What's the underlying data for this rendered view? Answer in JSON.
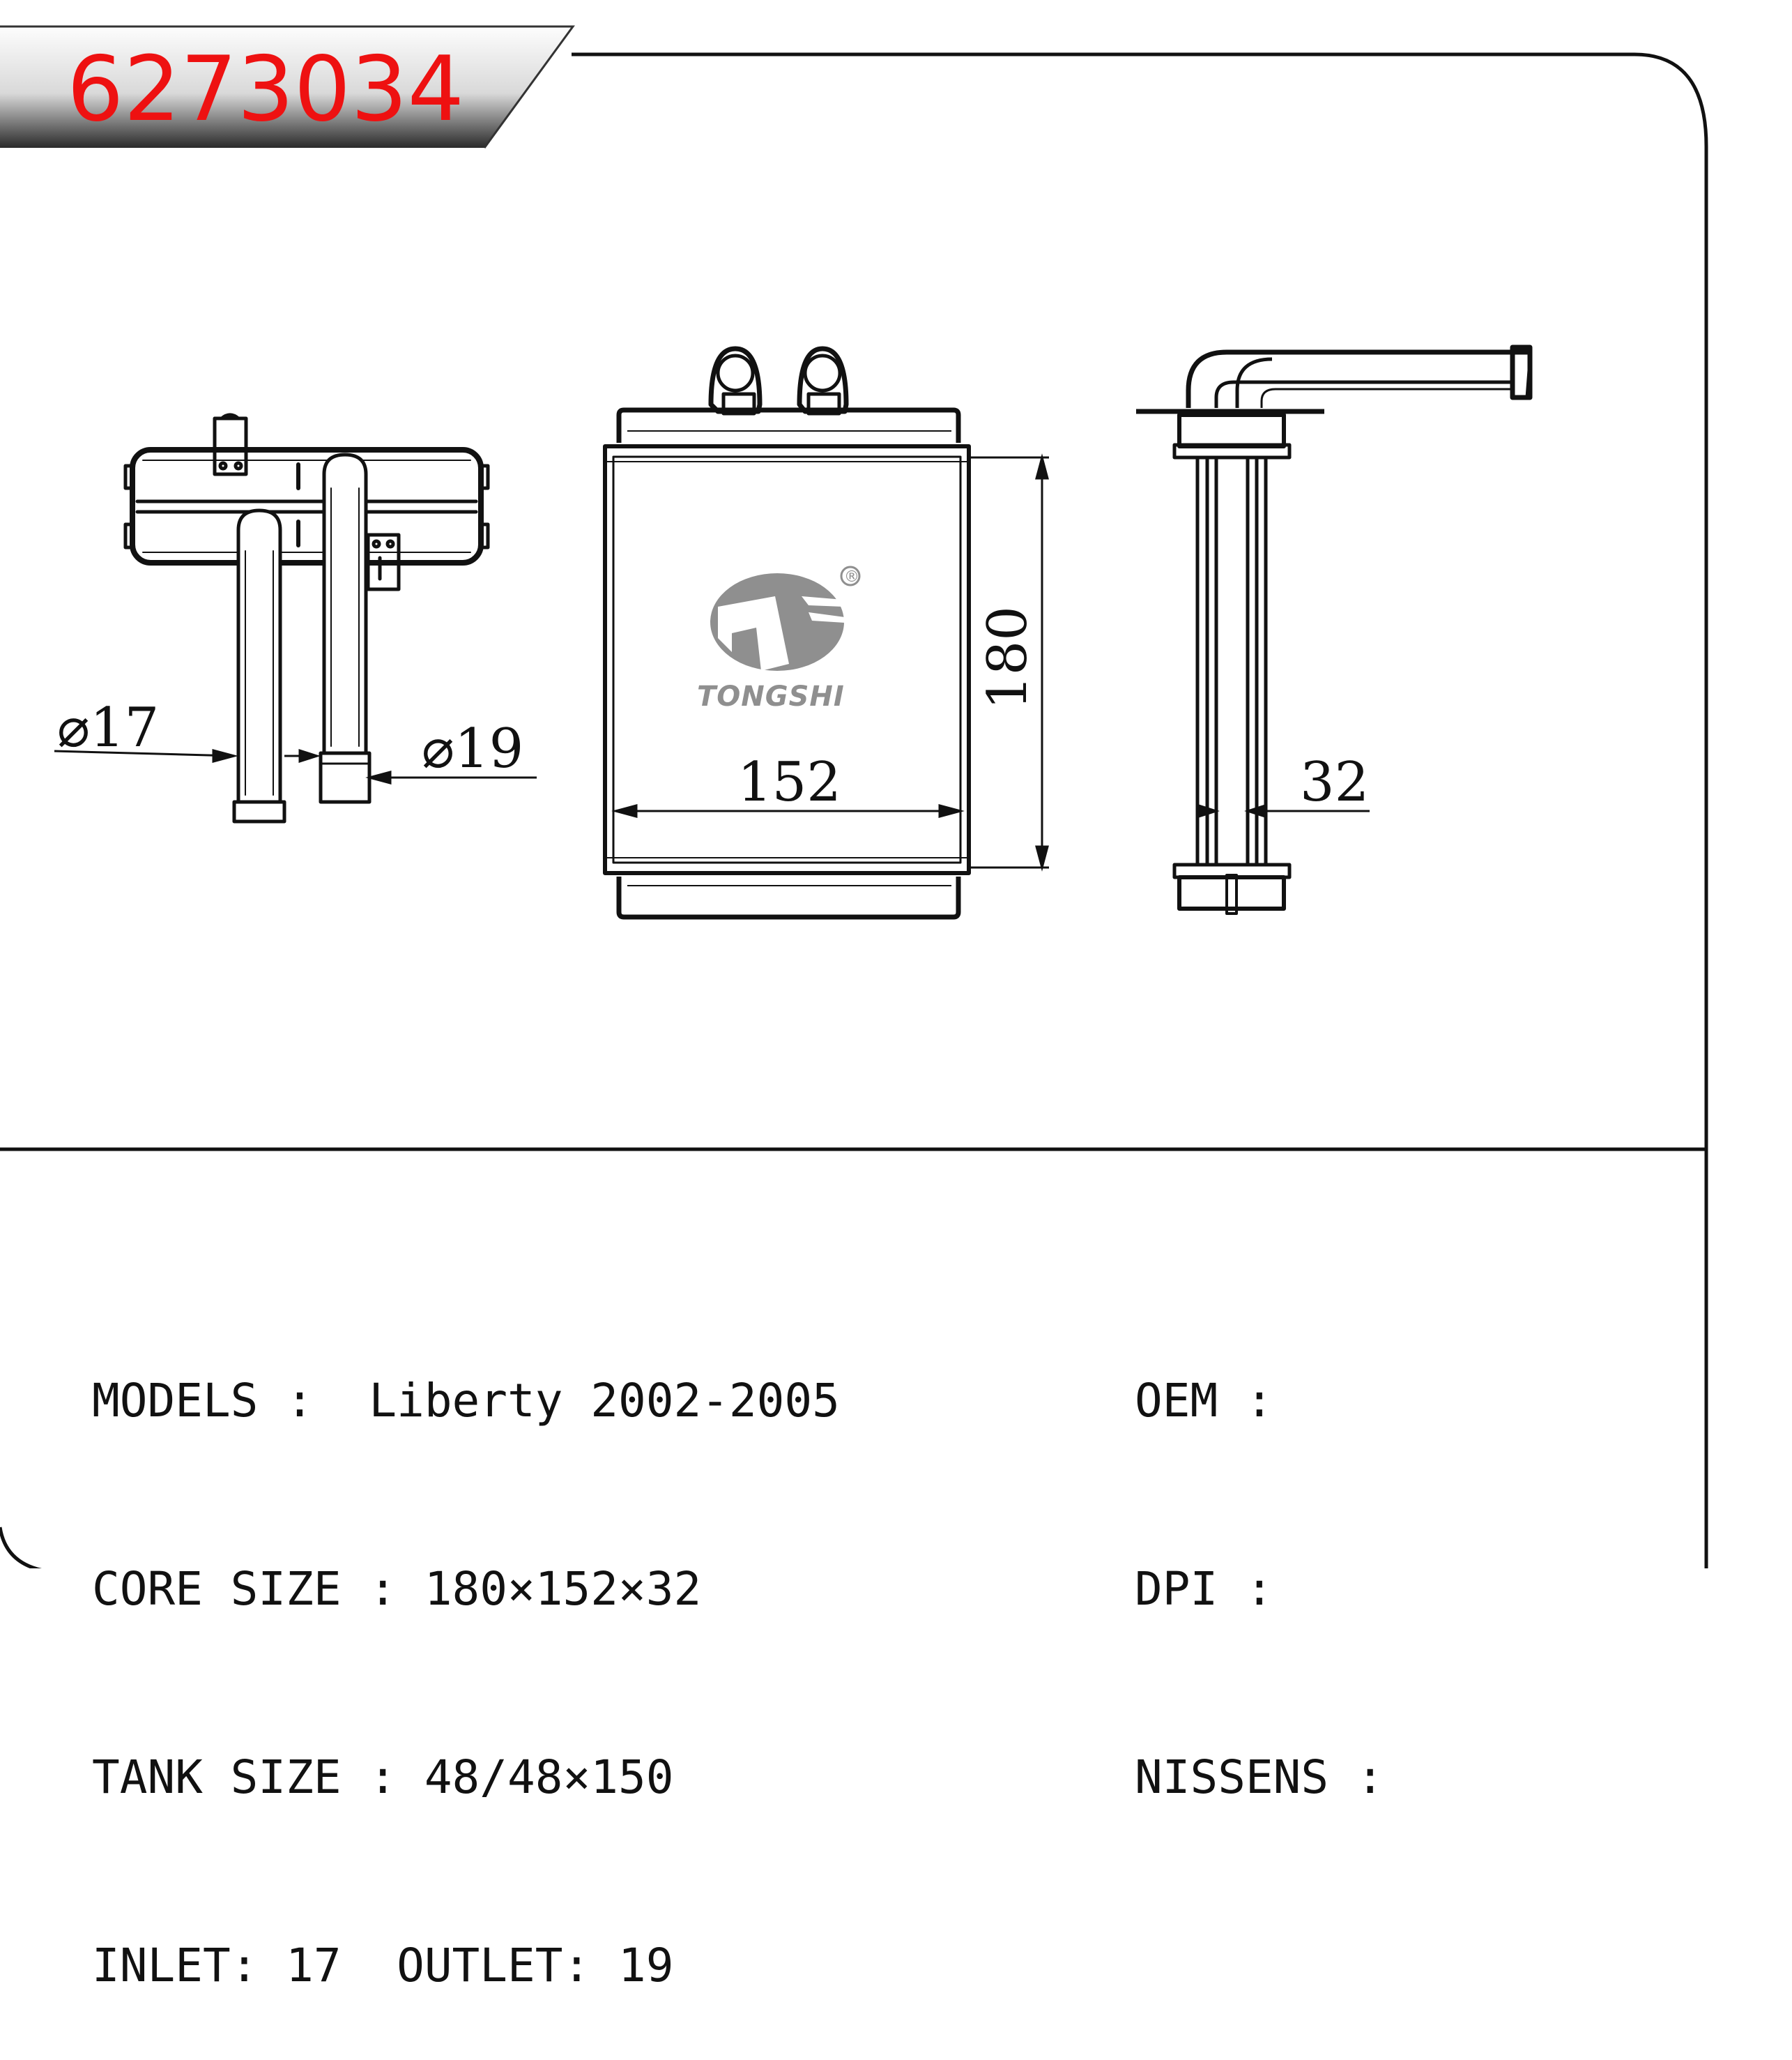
{
  "header": {
    "part_number": "6273034"
  },
  "drawing": {
    "dim_inlet": "⌀17",
    "dim_outlet": "⌀19",
    "dim_width": "152",
    "dim_height": "180",
    "dim_depth": "32",
    "logo_text": "TONGSHI",
    "logo_mark": "®"
  },
  "specs": {
    "models": "MODELS :  Liberty 2002-2005",
    "core_size": "CORE SIZE : 180×152×32",
    "tank_size": "TANK SIZE : 48/48×150",
    "inlet_outlet": "INLET: 17  OUTLET: 19",
    "oem": "OEM :",
    "dpi": "DPI :",
    "nissens": "NISSENS :"
  },
  "colors": {
    "accent": "#ee1111",
    "line": "#111111",
    "logo_gray": "#8c8c8c"
  }
}
